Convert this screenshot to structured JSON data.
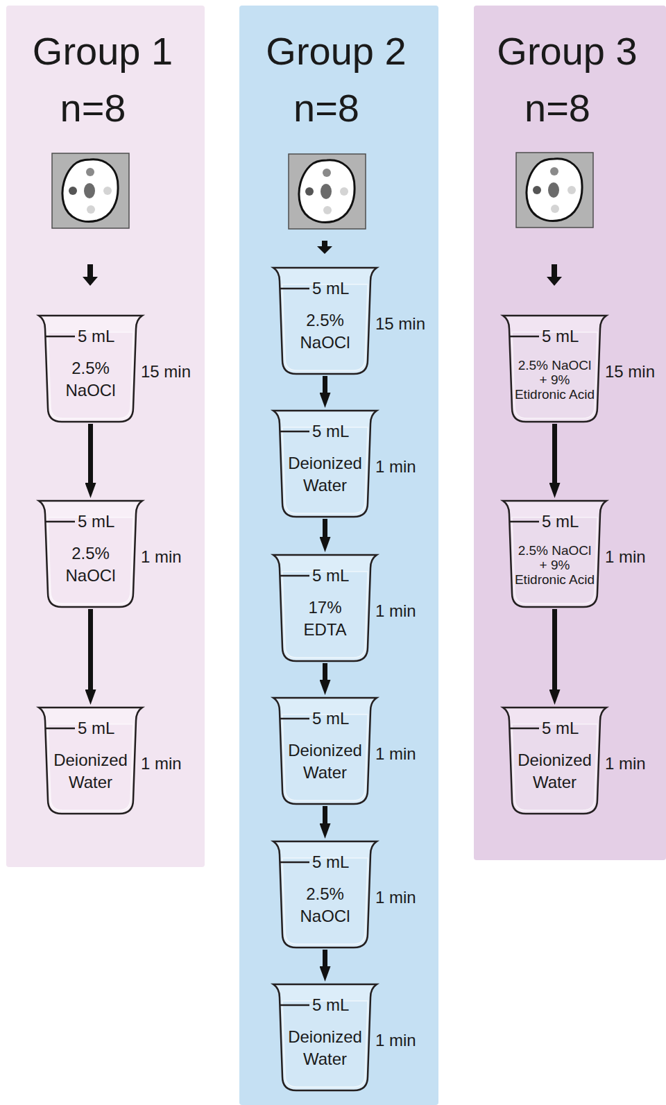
{
  "diagram": {
    "nodes": [
      {
        "text": [
          "Group 1",
          "n=8"
        ]
      },
      {
        "text": [
          "5 mL",
          "2.5% NaOCl",
          "15 min"
        ],
        "in": 0
      },
      {
        "text": [
          "5 mL",
          "2.5% NaOCl",
          "1 min"
        ],
        "in": 0
      },
      {
        "text": [
          "5 mL",
          "Deionized Water",
          "1 min"
        ],
        "in": 0
      },
      {
        "text": [
          "Group 2",
          "n=8"
        ]
      },
      {
        "text": [
          "5 mL",
          "2.5% NaOCl",
          "15 min"
        ],
        "in": 4
      },
      {
        "text": [
          "5 mL",
          "Deionized Water",
          "1 min"
        ],
        "in": 4
      },
      {
        "text": [
          "5 mL",
          "17% EDTA",
          "1 min"
        ],
        "in": 4
      },
      {
        "text": [
          "5 mL",
          "Deionized Water",
          "1 min"
        ],
        "in": 4
      },
      {
        "text": [
          "5 mL",
          "2.5% NaOCl",
          "1 min"
        ],
        "in": 4
      },
      {
        "text": [
          "5 mL",
          "Deionized Water",
          "1 min"
        ],
        "in": 4
      },
      {
        "text": [
          "Group 3",
          "n=8"
        ]
      },
      {
        "text": [
          "5 mL",
          "2.5% NaOCl + 9% Etidronic Acid",
          "15 min"
        ],
        "in": 11
      },
      {
        "text": [
          "5 mL",
          "2.5% NaOCl + 9% Etidronic Acid",
          "1 min"
        ],
        "in": 11
      },
      {
        "text": [
          "5 mL",
          "Deionized Water",
          "1 min"
        ],
        "in": 11
      }
    ],
    "edges": [
      {
        "from": 1,
        "to": 2,
        "arrow": "to"
      },
      {
        "from": 2,
        "to": 3,
        "arrow": "to"
      },
      {
        "from": 5,
        "to": 6,
        "arrow": "to"
      },
      {
        "from": 6,
        "to": 7,
        "arrow": "to"
      },
      {
        "from": 7,
        "to": 8,
        "arrow": "to"
      },
      {
        "from": 8,
        "to": 9,
        "arrow": "to"
      },
      {
        "from": 9,
        "to": 10,
        "arrow": "to"
      },
      {
        "from": 12,
        "to": 13,
        "arrow": "to"
      },
      {
        "from": 13,
        "to": 14,
        "arrow": "to"
      }
    ]
  }
}
